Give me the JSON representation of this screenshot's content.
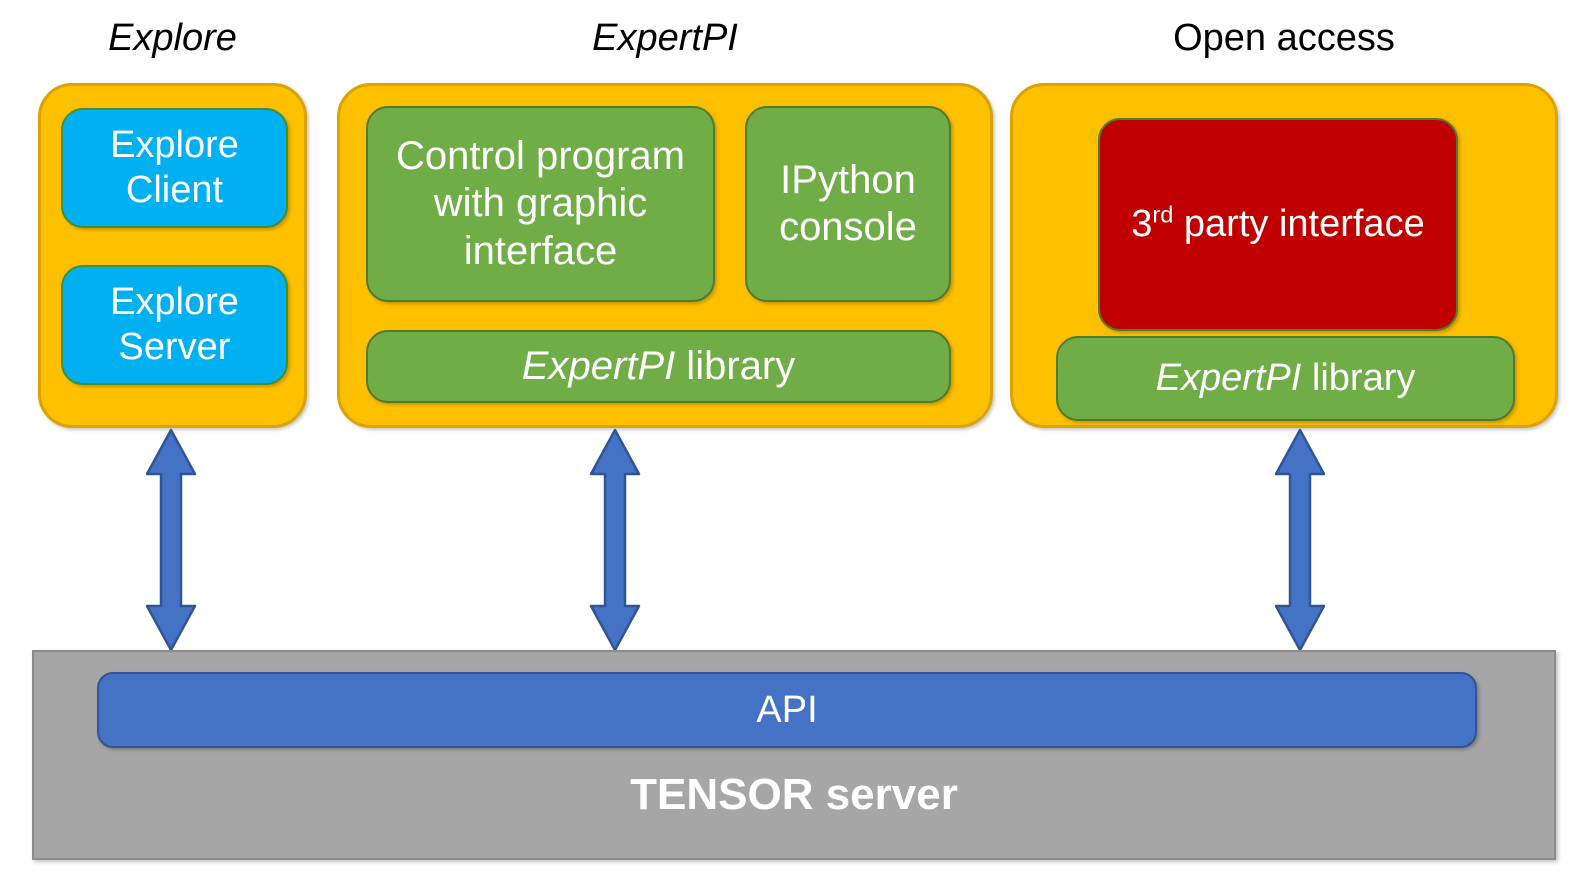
{
  "columns": [
    {
      "title": "Explore",
      "title_italic": true,
      "boxes": [
        {
          "label": "Explore Client",
          "color": "cyan"
        },
        {
          "label": "Explore Server",
          "color": "cyan"
        }
      ]
    },
    {
      "title": "ExpertPI",
      "title_italic": true,
      "boxes": [
        {
          "label": "Control program with graphic interface",
          "color": "green"
        },
        {
          "label": "IPython console",
          "color": "green"
        },
        {
          "label_italic": "ExpertPI",
          "label_rest": " library",
          "color": "green"
        }
      ]
    },
    {
      "title": "Open access",
      "title_italic": false,
      "boxes": [
        {
          "label_prefix": "3",
          "label_ordinal": "rd",
          "label_rest": " party interface",
          "color": "red"
        },
        {
          "label_italic": "ExpertPI",
          "label_rest": " library",
          "color": "green"
        }
      ]
    }
  ],
  "server": {
    "api_label": "API",
    "name_label": "TENSOR server"
  },
  "arrows": {
    "name": "bidirectional-arrow",
    "count": 3,
    "direction": "vertical-double-headed"
  },
  "colors": {
    "group_fill": "#FFC000",
    "group_stroke": "#D9A300",
    "cyan_fill": "#00B0F0",
    "green_fill": "#70AD47",
    "red_fill": "#C00000",
    "server_fill": "#A6A6A6",
    "api_fill": "#4472C4",
    "arrow_fill": "#4472C4",
    "text_on_fill": "#FFFFFF",
    "title_text": "#000000"
  }
}
